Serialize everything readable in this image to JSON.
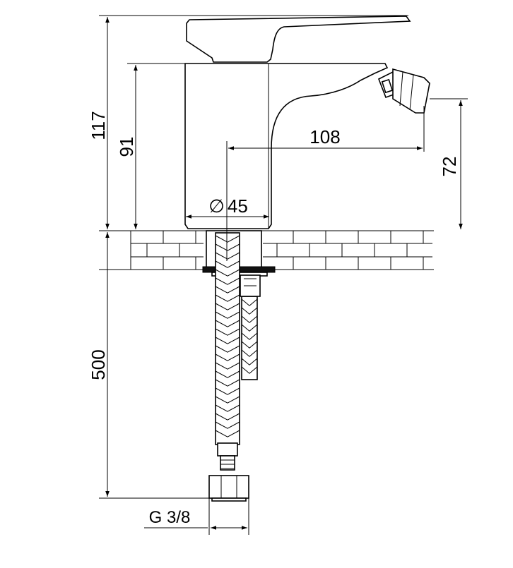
{
  "dimensions": {
    "total_height": "117",
    "body_height": "91",
    "spout_reach": "108",
    "spout_height": "72",
    "base_diameter": "45",
    "diameter_symbol": "∅",
    "hose_length": "500",
    "connector_thread": "G 3/8"
  },
  "colors": {
    "line": "#000000",
    "background": "#ffffff"
  }
}
